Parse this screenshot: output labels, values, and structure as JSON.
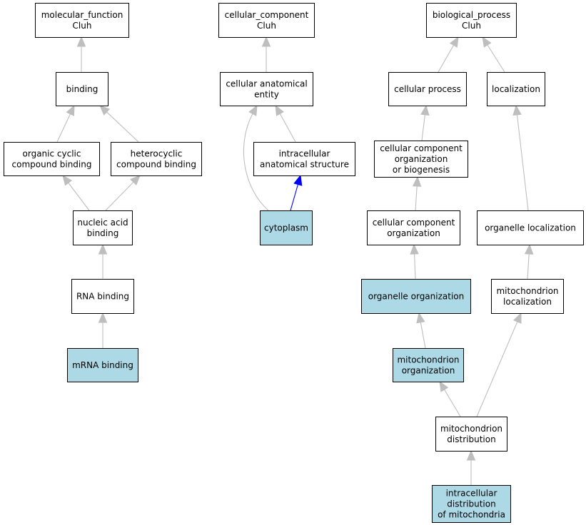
{
  "colors": {
    "background": "#ffffff",
    "node_default": "#ffffff",
    "node_highlight": "#add8e6",
    "node_border": "#000000",
    "edge_default": "#bebebe",
    "edge_highlight": "#0000ff"
  },
  "nodes": [
    {
      "id": "molecular_function",
      "lines": [
        "molecular_function",
        "Cluh"
      ],
      "highlighted": false
    },
    {
      "id": "binding",
      "lines": [
        "binding"
      ],
      "highlighted": false
    },
    {
      "id": "organic_cyclic",
      "lines": [
        "organic cyclic",
        "compound binding"
      ],
      "highlighted": false
    },
    {
      "id": "heterocyclic",
      "lines": [
        "heterocyclic",
        "compound binding"
      ],
      "highlighted": false
    },
    {
      "id": "nucleic_acid",
      "lines": [
        "nucleic acid",
        "binding"
      ],
      "highlighted": false
    },
    {
      "id": "rna_binding",
      "lines": [
        "RNA binding"
      ],
      "highlighted": false
    },
    {
      "id": "mrna_binding",
      "lines": [
        "mRNA binding"
      ],
      "highlighted": true
    },
    {
      "id": "cellular_component",
      "lines": [
        "cellular_component",
        "Cluh"
      ],
      "highlighted": false
    },
    {
      "id": "cellular_anatomical",
      "lines": [
        "cellular anatomical",
        "entity"
      ],
      "highlighted": false
    },
    {
      "id": "intracellular_structure",
      "lines": [
        "intracellular",
        "anatomical structure"
      ],
      "highlighted": false
    },
    {
      "id": "cytoplasm",
      "lines": [
        "cytoplasm"
      ],
      "highlighted": true
    },
    {
      "id": "biological_process",
      "lines": [
        "biological_process",
        "Cluh"
      ],
      "highlighted": false
    },
    {
      "id": "cellular_process",
      "lines": [
        "cellular process"
      ],
      "highlighted": false
    },
    {
      "id": "localization",
      "lines": [
        "localization"
      ],
      "highlighted": false
    },
    {
      "id": "cc_org_biogenesis",
      "lines": [
        "cellular component",
        "organization",
        "or biogenesis"
      ],
      "highlighted": false
    },
    {
      "id": "cc_organization",
      "lines": [
        "cellular component",
        "organization"
      ],
      "highlighted": false
    },
    {
      "id": "organelle_localization",
      "lines": [
        "organelle localization"
      ],
      "highlighted": false
    },
    {
      "id": "organelle_organization",
      "lines": [
        "organelle organization"
      ],
      "highlighted": true
    },
    {
      "id": "mito_localization",
      "lines": [
        "mitochondrion",
        "localization"
      ],
      "highlighted": false
    },
    {
      "id": "mito_organization",
      "lines": [
        "mitochondrion",
        "organization"
      ],
      "highlighted": true
    },
    {
      "id": "mito_distribution",
      "lines": [
        "mitochondrion",
        "distribution"
      ],
      "highlighted": false
    },
    {
      "id": "intracellular_distribution",
      "lines": [
        "intracellular",
        "distribution",
        "of mitochondria"
      ],
      "highlighted": true
    }
  ],
  "edges": [
    {
      "from": "binding",
      "to": "molecular_function",
      "highlighted": false
    },
    {
      "from": "organic_cyclic",
      "to": "binding",
      "highlighted": false
    },
    {
      "from": "heterocyclic",
      "to": "binding",
      "highlighted": false
    },
    {
      "from": "nucleic_acid",
      "to": "organic_cyclic",
      "highlighted": false
    },
    {
      "from": "nucleic_acid",
      "to": "heterocyclic",
      "highlighted": false
    },
    {
      "from": "rna_binding",
      "to": "nucleic_acid",
      "highlighted": false
    },
    {
      "from": "mrna_binding",
      "to": "rna_binding",
      "highlighted": false
    },
    {
      "from": "cellular_anatomical",
      "to": "cellular_component",
      "highlighted": false
    },
    {
      "from": "intracellular_structure",
      "to": "cellular_anatomical",
      "highlighted": false
    },
    {
      "from": "cytoplasm",
      "to": "cellular_anatomical",
      "highlighted": false
    },
    {
      "from": "cytoplasm",
      "to": "intracellular_structure",
      "highlighted": true
    },
    {
      "from": "cellular_process",
      "to": "biological_process",
      "highlighted": false
    },
    {
      "from": "localization",
      "to": "biological_process",
      "highlighted": false
    },
    {
      "from": "cc_org_biogenesis",
      "to": "cellular_process",
      "highlighted": false
    },
    {
      "from": "cc_organization",
      "to": "cc_org_biogenesis",
      "highlighted": false
    },
    {
      "from": "organelle_localization",
      "to": "localization",
      "highlighted": false
    },
    {
      "from": "organelle_organization",
      "to": "cc_organization",
      "highlighted": false
    },
    {
      "from": "mito_localization",
      "to": "organelle_localization",
      "highlighted": false
    },
    {
      "from": "mito_organization",
      "to": "organelle_organization",
      "highlighted": false
    },
    {
      "from": "mito_distribution",
      "to": "mito_organization",
      "highlighted": false
    },
    {
      "from": "mito_distribution",
      "to": "mito_localization",
      "highlighted": false
    },
    {
      "from": "intracellular_distribution",
      "to": "mito_distribution",
      "highlighted": false
    }
  ]
}
